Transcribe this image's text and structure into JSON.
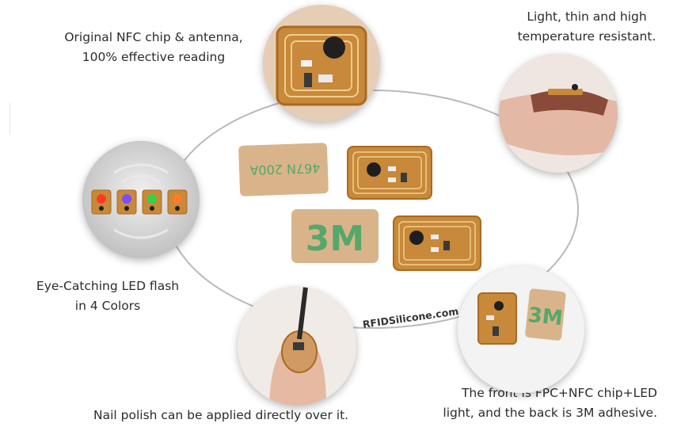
{
  "captions": {
    "top_left": [
      "Original NFC chip & antenna,",
      "100% effective reading"
    ],
    "top_right": [
      "Light, thin and high",
      "temperature resistant."
    ],
    "mid_left": [
      "Eye-Catching LED flash",
      "in 4 Colors"
    ],
    "bottom_center": [
      "Nail polish can be applied directly over it."
    ],
    "bottom_right": [
      "The front is FPC+NFC chip+LED",
      "light, and the back is 3M adhesive."
    ]
  },
  "watermark": "RFIDSilicone.com",
  "adhesive_print": {
    "top_tag": "467N 200A",
    "logo": "3M"
  },
  "led_colors": [
    "#ff3b1f",
    "#7b4dff",
    "#37d24a",
    "#ff7a2a"
  ],
  "colors": {
    "copper": "#c8893a",
    "copper_dark": "#a86a22",
    "backing": "#d9b48a",
    "adhesive_green": "#55a86a"
  }
}
